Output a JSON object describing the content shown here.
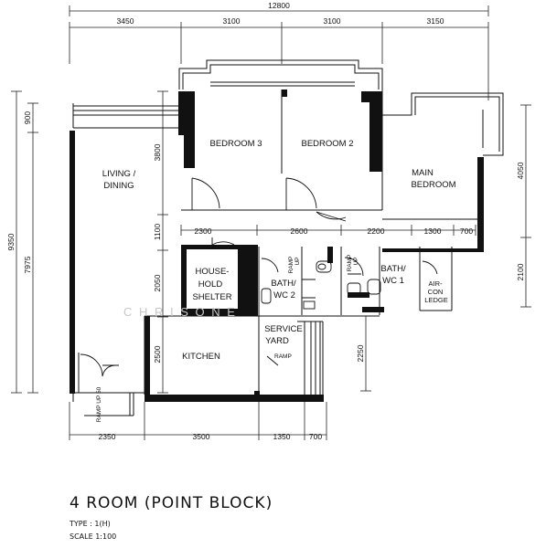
{
  "dimensions": {
    "top_total": "12800",
    "top": [
      "3450",
      "3100",
      "3100",
      "3150"
    ],
    "left_total": "9350",
    "left_sub": "7975",
    "left_top": "900",
    "inner_vert": [
      "3800",
      "1100",
      "2050",
      "2500"
    ],
    "right": [
      "4050",
      "2100",
      "2250"
    ],
    "mid": [
      "2300",
      "2600",
      "2200",
      "1300",
      "700"
    ],
    "bottom": [
      "2350",
      "3500",
      "1350",
      "700"
    ]
  },
  "rooms": {
    "bedroom3": "BEDROOM 3",
    "bedroom2": "BEDROOM 2",
    "main_bedroom_1": "MAIN",
    "main_bedroom_2": "BEDROOM",
    "living_1": "LIVING /",
    "living_2": "DINING",
    "shelter_1": "HOUSE-",
    "shelter_2": "HOLD",
    "shelter_3": "SHELTER",
    "bath2_1": "BATH/",
    "bath2_2": "WC 2",
    "bath1_1": "BATH/",
    "bath1_2": "WC 1",
    "aircon_1": "AIR-",
    "aircon_2": "CON",
    "aircon_3": "LEDGE",
    "service_1": "SERVICE",
    "service_2": "YARD",
    "kitchen": "KITCHEN"
  },
  "annotations": {
    "ramp": "RAMP",
    "up": "UP",
    "ramp_up_50": "RAMP UP 50",
    "watermark": "C H R I S   O N E"
  },
  "title": "4 ROOM (POINT BLOCK)",
  "type": "TYPE : 1(H)",
  "scale": "SCALE   1:100"
}
